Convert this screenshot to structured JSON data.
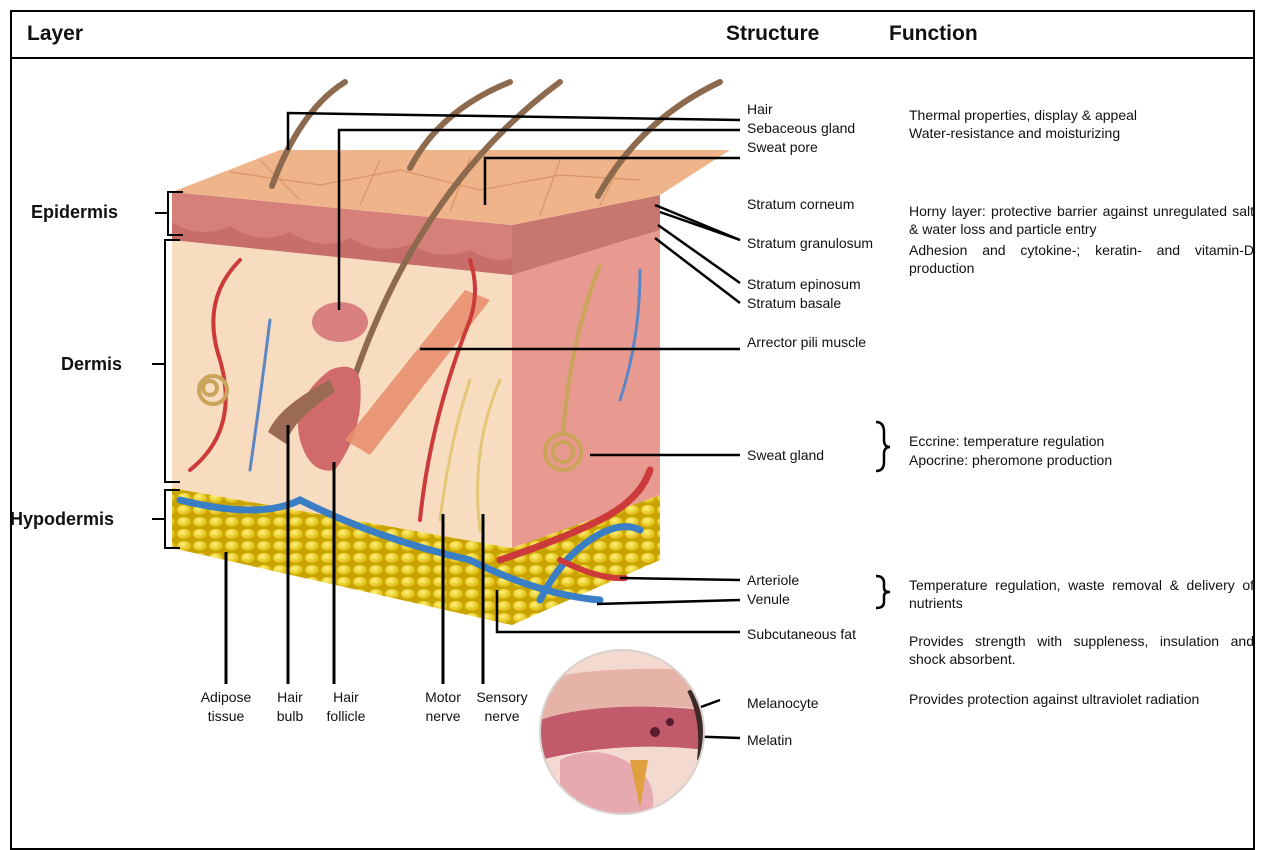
{
  "header": {
    "layer": "Layer",
    "structure": "Structure",
    "function": "Function"
  },
  "layers": {
    "epidermis": "Epidermis",
    "dermis": "Dermis",
    "hypodermis": "Hypodermis"
  },
  "structures": {
    "hair": "Hair",
    "sebaceous_gland": "Sebaceous gland",
    "sweat_pore": "Sweat pore",
    "stratum_corneum": "Stratum corneum",
    "stratum_granulosum": "Stratum granulosum",
    "stratum_epinosum": "Stratum epinosum",
    "stratum_basale": "Stratum basale",
    "arrector_pili": "Arrector pili muscle",
    "sweat_gland": "Sweat gland",
    "arteriole": "Arteriole",
    "venule": "Venule",
    "subcutaneous_fat": "Subcutaneous fat",
    "melanocyte": "Melanocyte",
    "melatin": "Melatin"
  },
  "bottom_labels": {
    "adipose_1": "Adipose",
    "adipose_2": "tissue",
    "hair_bulb_1": "Hair",
    "hair_bulb_2": "bulb",
    "hair_follicle_1": "Hair",
    "hair_follicle_2": "follicle",
    "motor_1": "Motor",
    "motor_2": "nerve",
    "sensory_1": "Sensory",
    "sensory_2": "nerve"
  },
  "functions": {
    "hair": "Thermal properties, display & appeal",
    "sebaceous": "Water-resistance and moisturizing",
    "corneum": "Horny layer: protective barrier against unregulated salt & water loss and particle entry",
    "granulosum": "Adhesion and cytokine-; keratin- and vitamin-D production",
    "eccrine": "Eccrine: temperature regulation",
    "apocrine": "Apocrine: pheromone production",
    "vessels": "Temperature regulation, waste removal & delivery of nutrients",
    "fat": "Provides strength with suppleness, insulation and shock absorbent.",
    "melanocyte": "Provides protection against ultraviolet radiation"
  }
}
